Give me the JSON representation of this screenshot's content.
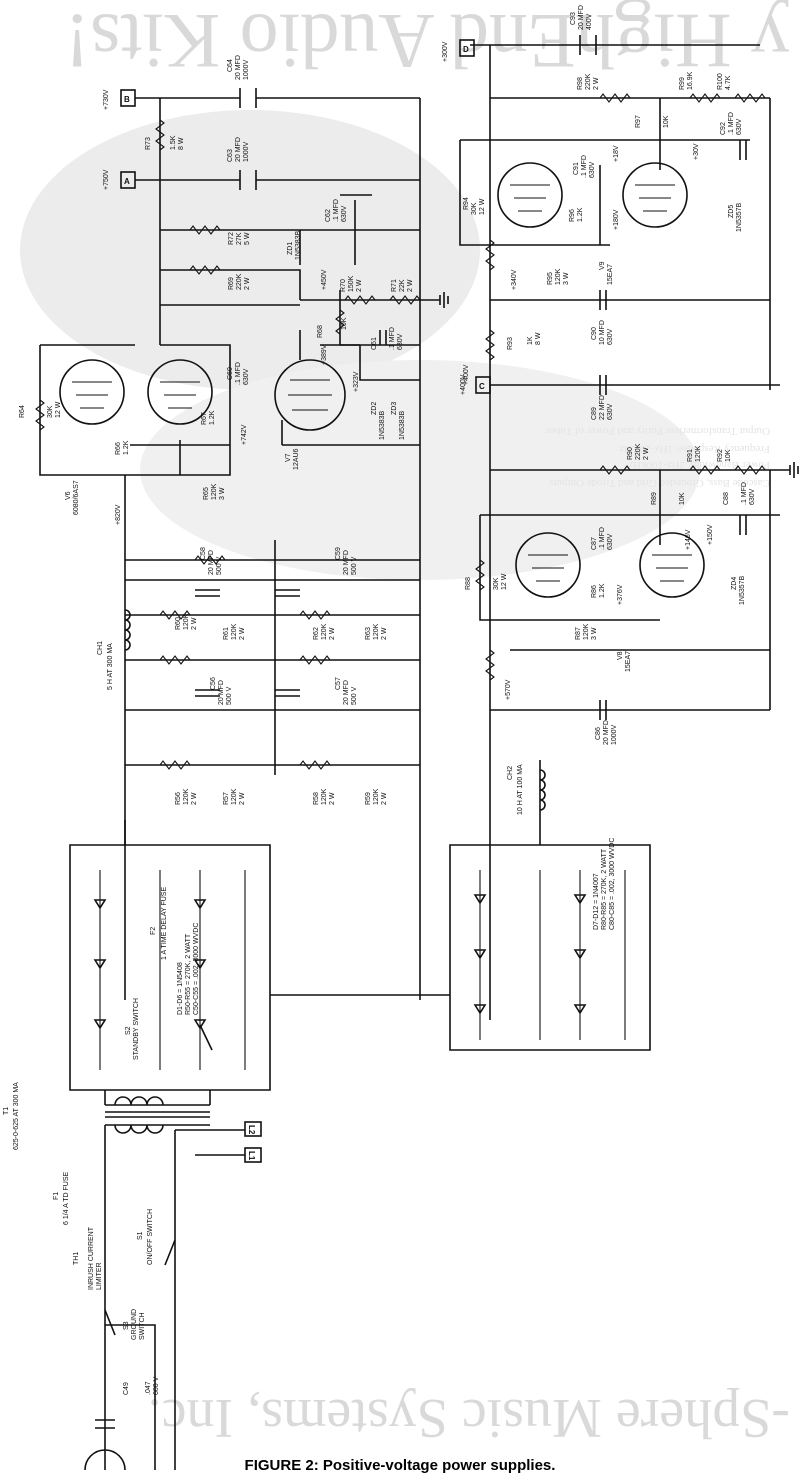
{
  "caption": "FIGURE 2: Positive-voltage power supplies.",
  "background_text": {
    "header_left": "y HighEnd Audio Kits!",
    "footer_company": "-Sphere Music Systems, Inc.",
    "spec_lines": [
      "Output Transformerless Purity and Power of Tubes",
      "Frequency Response: 1Hz-20KHz",
      "Power Bandwidth: 2Hz-100kHz",
      "Cascode Bass, Grounded Grid and Triode Outputs"
    ]
  },
  "nodes": {
    "A": {
      "label": "A",
      "voltage": "+750V"
    },
    "B": {
      "label": "B",
      "voltage": "+730V"
    },
    "C": {
      "label": "C",
      "voltage": "+400V"
    },
    "D": {
      "label": "D",
      "voltage": "+300V"
    },
    "L1": {
      "label": "L1"
    },
    "L2": {
      "label": "L2"
    }
  },
  "left_supply": {
    "C64": {
      "ref": "C64",
      "value": "20 MFD",
      "rating": "1000V"
    },
    "R73": {
      "ref": "R73",
      "value": "1.5K",
      "rating": "8 W"
    },
    "C63": {
      "ref": "C63",
      "value": "20 MFD",
      "rating": "1000V"
    },
    "C62": {
      "ref": "C62",
      "value": ".1 MFD",
      "rating": "630V"
    },
    "R72": {
      "ref": "R72",
      "value": "27K",
      "rating": "5 W"
    },
    "ZD1": {
      "ref": "ZD1",
      "value": "1N5383B"
    },
    "R69": {
      "ref": "R69",
      "value": "220K",
      "rating": "2 W"
    },
    "R70": {
      "ref": "R70",
      "value": "150K",
      "rating": "2 W"
    },
    "R71": {
      "ref": "R71",
      "value": "22K",
      "rating": "2 W"
    },
    "v450": "+450V",
    "R68": {
      "ref": "R68",
      "value": "10K"
    },
    "C61": {
      "ref": "C61",
      "value": ".1 MFD",
      "rating": "630V"
    },
    "v389": "+389V",
    "v323": "+323V",
    "C60": {
      "ref": "C60",
      "value": ".1 MFD",
      "rating": "630V"
    },
    "ZD2": {
      "ref": "ZD2",
      "value": "1N5383B"
    },
    "ZD3": {
      "ref": "ZD3",
      "value": "1N5383B"
    },
    "R64": {
      "ref": "R64",
      "value": "30K",
      "rating": "12 W"
    },
    "R66": {
      "ref": "R66",
      "value": "1.2K"
    },
    "R67": {
      "ref": "R67",
      "value": "1.2K"
    },
    "v742": "+742V",
    "R65": {
      "ref": "R65",
      "value": "120K",
      "rating": "3 W"
    },
    "V7": {
      "ref": "V7",
      "type": "12AU6"
    },
    "V6": {
      "ref": "V6",
      "type": "6080/6AS7"
    },
    "v820": "+820V",
    "C58": {
      "ref": "C58",
      "value": "20 MFD",
      "rating": "500 V"
    },
    "C59": {
      "ref": "C59",
      "value": "20 MFD",
      "rating": "500 V"
    },
    "R60": {
      "ref": "R60",
      "value": "120K",
      "rating": "2 W"
    },
    "R61": {
      "ref": "R61",
      "value": "120K",
      "rating": "2 W"
    },
    "R62": {
      "ref": "R62",
      "value": "120K",
      "rating": "2 W"
    },
    "R63": {
      "ref": "R63",
      "value": "120K",
      "rating": "2 W"
    },
    "CH1": {
      "ref": "CH1",
      "value": "5 H AT 300 MA"
    },
    "C56": {
      "ref": "C56",
      "value": "20 MFD",
      "rating": "500 V"
    },
    "C57": {
      "ref": "C57",
      "value": "20 MFD",
      "rating": "500 V"
    },
    "R56": {
      "ref": "R56",
      "value": "120K",
      "rating": "2 W"
    },
    "R57": {
      "ref": "R57",
      "value": "120K",
      "rating": "2 W"
    },
    "R58": {
      "ref": "R58",
      "value": "120K",
      "rating": "2 W"
    },
    "R59": {
      "ref": "R59",
      "value": "120K",
      "rating": "2 W"
    },
    "F2": {
      "ref": "F2",
      "value": "1 A TIME DELAY FUSE"
    },
    "bom": [
      "D1-D6 = 1N5408",
      "R50-R55 = 270K, 2 WATT",
      "C50-C55 = .002, 3000 WVDC"
    ],
    "S2": {
      "ref": "S2",
      "value": "STANDBY SWITCH"
    },
    "T1": {
      "ref": "T1",
      "value": "625-0-625 AT 300 MA"
    },
    "F1": {
      "ref": "F1",
      "value": "6 1/4 A TD FUSE"
    },
    "TH1": {
      "ref": "TH1",
      "value": "INRUSH CURRENT",
      "value2": "LIMITER"
    },
    "S1": {
      "ref": "S1",
      "value": "ON/OFF SWITCH"
    },
    "S3": {
      "ref": "S3",
      "value": "GROUND",
      "value2": "SWITCH"
    },
    "C49": {
      "ref": "C49",
      "value": ".047",
      "rating": "600 V"
    }
  },
  "right_supply": {
    "C93": {
      "ref": "C93",
      "value": "20 MFD",
      "rating": "400V"
    },
    "R98": {
      "ref": "R98",
      "value": "220K",
      "rating": "2 W"
    },
    "R99": {
      "ref": "R99",
      "value": "16.9K"
    },
    "R100": {
      "ref": "R100",
      "value": "4.7K"
    },
    "R97": {
      "ref": "R97",
      "value": "10K"
    },
    "C92": {
      "ref": "C92",
      "value": ".1 MFD",
      "rating": "630V"
    },
    "R94": {
      "ref": "R94",
      "value": "30K",
      "rating": "12 W"
    },
    "C91": {
      "ref": "C91",
      "value": ".1 MFD",
      "rating": "630V"
    },
    "v18": "+18V",
    "v30": "+30V",
    "v180": "+180V",
    "R96": {
      "ref": "R96",
      "value": "1.2K"
    },
    "ZD5": {
      "ref": "ZD5",
      "value": "1N5357B"
    },
    "v340": "+340V",
    "R95": {
      "ref": "R95",
      "value": "120K",
      "rating": "3 W"
    },
    "V9": {
      "ref": "V9",
      "type": "15EA7"
    },
    "R93": {
      "ref": "R93",
      "value": "1K",
      "rating": "8 W"
    },
    "C90": {
      "ref": "C90",
      "value": "10 MFD",
      "rating": "630V"
    },
    "v400": "+400V",
    "C89": {
      "ref": "C89",
      "value": "22 MFD",
      "rating": "630V"
    },
    "R90": {
      "ref": "R90",
      "value": "220K",
      "rating": "2 W"
    },
    "R91": {
      "ref": "R91",
      "value": "120K"
    },
    "R92": {
      "ref": "R92",
      "value": "10K"
    },
    "R89": {
      "ref": "R89",
      "value": "10K"
    },
    "C88": {
      "ref": "C88",
      "value": ".1 MFD",
      "rating": "630V"
    },
    "v146": "+146V",
    "v150": "+150V",
    "R88": {
      "ref": "R88",
      "value": "30K",
      "rating": "12 W"
    },
    "C87": {
      "ref": "C87",
      "value": ".1 MFD",
      "rating": "630V"
    },
    "R86": {
      "ref": "R86",
      "value": "1.2K"
    },
    "v376": "+376V",
    "ZD4": {
      "ref": "ZD4",
      "value": "1N5357B"
    },
    "R87": {
      "ref": "R87",
      "value": "120K",
      "rating": "3 W"
    },
    "V8": {
      "ref": "V8",
      "type": "15EA7"
    },
    "v570": "+570V",
    "C86": {
      "ref": "C86",
      "value": "20 MFD",
      "rating": "1000V"
    },
    "CH2": {
      "ref": "CH2",
      "value": "10 H AT 100 MA"
    },
    "bom": [
      "D7-D12 = 1N4007",
      "R80-R85 = 270K, 2 WATT",
      "C80-C85 = .002, 3000 WVDC"
    ]
  }
}
